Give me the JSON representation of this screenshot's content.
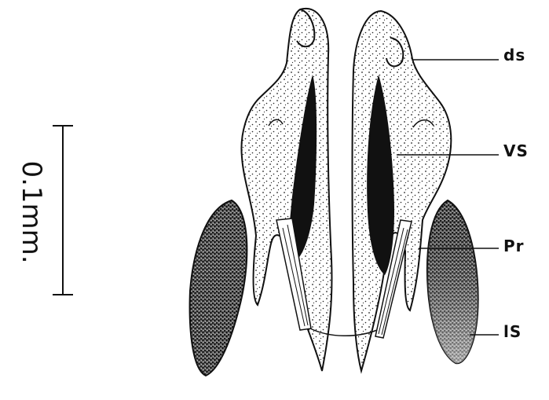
{
  "labels": {
    "ds": "ds",
    "vs": "VS",
    "pr": "Pr",
    "ls": "lS"
  },
  "scale_bar": {
    "text": "0.1mm."
  },
  "colors": {
    "ink": "#111111",
    "paper": "#ffffff"
  }
}
